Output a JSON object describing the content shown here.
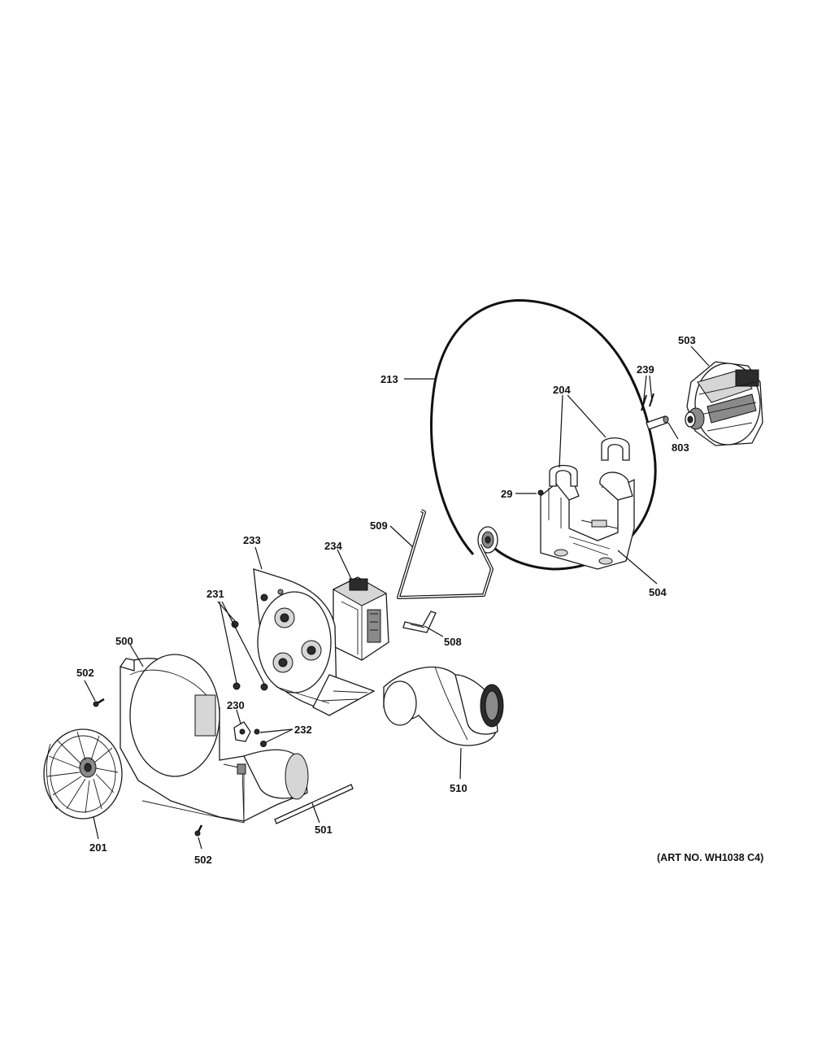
{
  "art_number": "(ART NO. WH1038 C4)",
  "labels": {
    "l213": "213",
    "l204": "204",
    "l29": "29",
    "l503": "503",
    "l239": "239",
    "l803": "803",
    "l504": "504",
    "l509": "509",
    "l233": "233",
    "l234": "234",
    "l231": "231",
    "l508": "508",
    "l500": "500",
    "l502a": "502",
    "l230": "230",
    "l232": "232",
    "l510": "510",
    "l501": "501",
    "l201": "201",
    "l502b": "502"
  }
}
